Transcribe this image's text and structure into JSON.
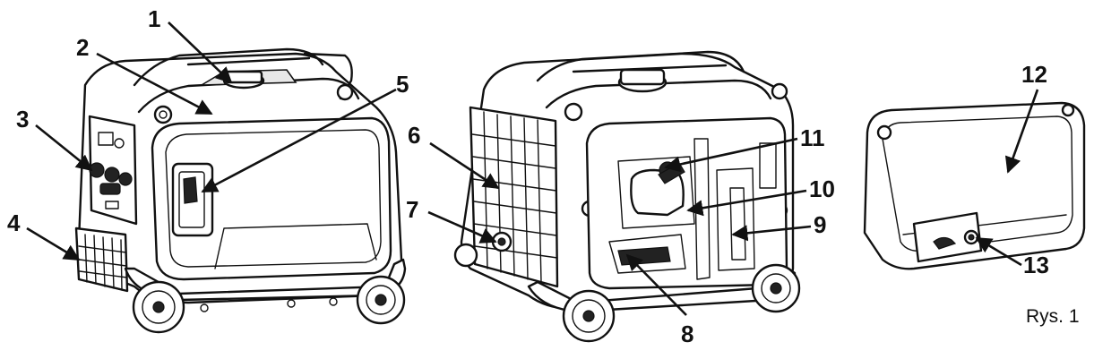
{
  "figure": {
    "label": "Rys. 1",
    "callouts": [
      "1",
      "2",
      "3",
      "4",
      "5",
      "6",
      "7",
      "8",
      "9",
      "10",
      "11",
      "12",
      "13"
    ]
  },
  "colors": {
    "line": "#111111",
    "background": "#ffffff"
  }
}
